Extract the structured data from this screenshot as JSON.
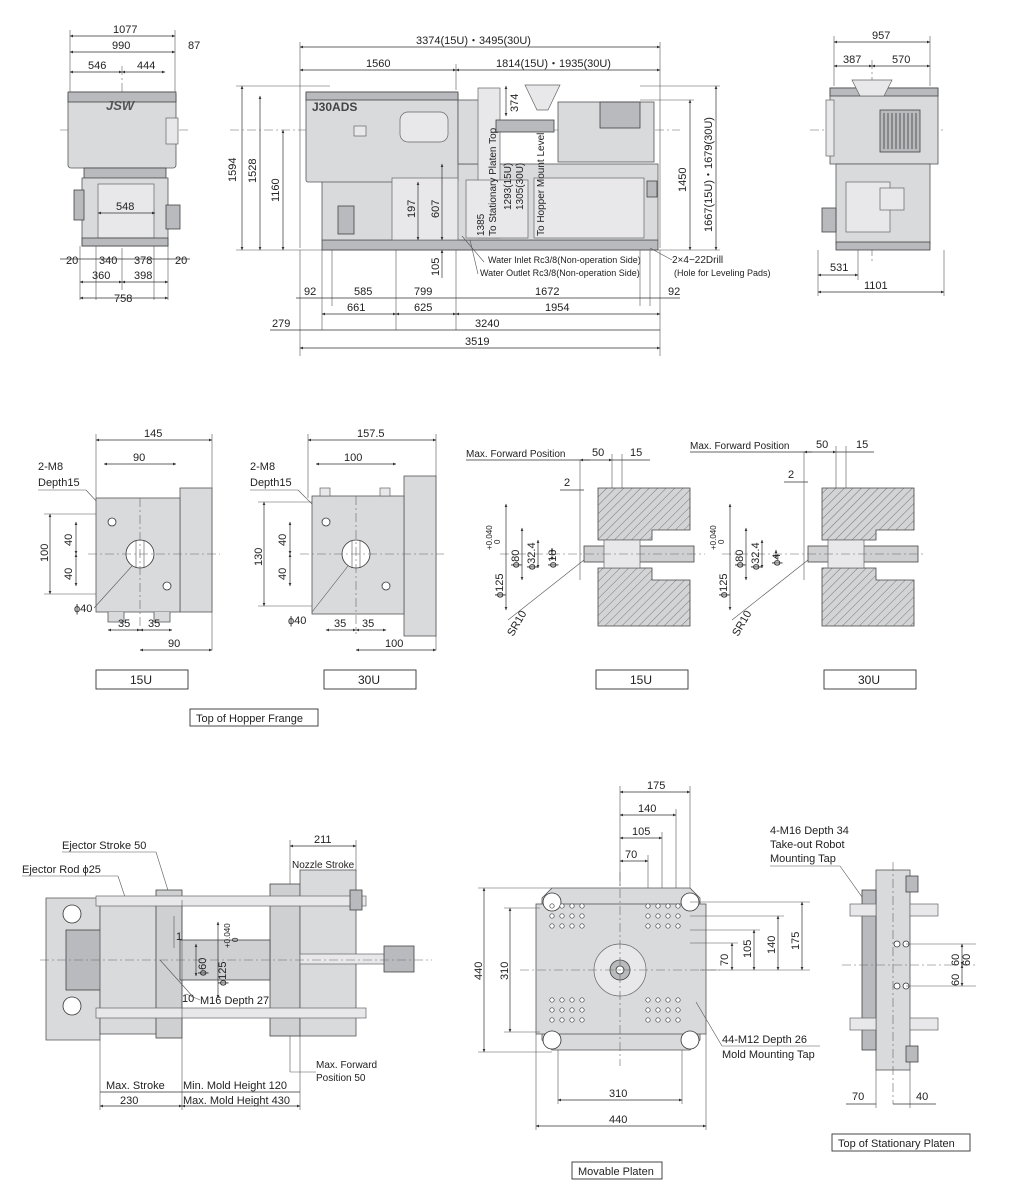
{
  "front_view": {
    "top_overall": "3374(15U)・3495(30U)",
    "top_left": "1560",
    "top_right": "1814(15U)・1935(30U)",
    "logo": "JSW",
    "model_badge": "J30ADS",
    "heights": [
      "1594",
      "1528",
      "1160"
    ],
    "right_heights": [
      "1450",
      "1667(15U)・1679(30U)"
    ],
    "h374": "374",
    "h197": "197",
    "h607": "607",
    "h105": "105",
    "vertical_notes": [
      "To Stationary Platen Top",
      "1293(15U)",
      "1305(30U)",
      "To Hopper Mount Level",
      "1385"
    ],
    "water_inlet": "Water Inlet Rc3/8(Non-operation Side)",
    "water_outlet": "Water Outlet Rc3/8(Non-operation Side)",
    "drill_note": "2×4−22Drill",
    "drill_sub": "(Hole for Leveling Pads)",
    "bottom_row1": [
      "92",
      "585",
      "799",
      "1672",
      "92"
    ],
    "bottom_row2": [
      "661",
      "625",
      "1954"
    ],
    "row3_left": "279",
    "row3_right": "3240",
    "overall_length": "3519"
  },
  "left_end_view": {
    "top": "1077",
    "second": "990",
    "right_extra": "87",
    "split": [
      "546",
      "444"
    ],
    "inner": "548",
    "row1": [
      "20",
      "340",
      "378",
      "20"
    ],
    "row2": [
      "360",
      "398"
    ],
    "row3": "758",
    "logo": "JSW"
  },
  "right_end_view": {
    "top": "957",
    "split": [
      "387",
      "570"
    ],
    "bottom_inner": "531",
    "bottom": "1101"
  },
  "hopper_15u": {
    "w_outer": "145",
    "w_inner": "90",
    "tap": "2-M8",
    "depth": "Depth15",
    "h_total": "100",
    "h_split": [
      "40",
      "40"
    ],
    "phi": "ϕ40",
    "bottom_split": [
      "35",
      "35"
    ],
    "bottom": "90",
    "caption": "15U"
  },
  "hopper_30u": {
    "w_outer": "157.5",
    "w_inner": "100",
    "tap": "2-M8",
    "depth": "Depth15",
    "h_total": "130",
    "h_split": [
      "40",
      "40"
    ],
    "phi": "ϕ40",
    "bottom_split": [
      "35",
      "35"
    ],
    "bottom": "100",
    "caption": "30U"
  },
  "hopper_title": "Top of Hopper Frange",
  "nozzle_15u": {
    "max_forward": "Max. Forward Position",
    "d50": "50",
    "d15": "15",
    "d2": "2",
    "phi125": "ϕ125",
    "tol_upper": "+0.040",
    "tol_lower": "0",
    "phi80": "ϕ80",
    "phi32": "ϕ32.4",
    "phi_small": "ϕ18",
    "sr": "SR10",
    "caption": "15U"
  },
  "nozzle_30u": {
    "max_forward": "Max. Forward Position",
    "d50": "50",
    "d15": "15",
    "d2": "2",
    "phi125": "ϕ125",
    "tol_upper": "+0.040",
    "tol_lower": "0",
    "phi80": "ϕ80",
    "phi32": "ϕ32.4",
    "phi_small": "ϕ4",
    "sr": "SR10",
    "caption": "30U"
  },
  "clamp_section": {
    "ejector_stroke": "Ejector Stroke 50",
    "ejector_rod": "Ejector Rod ϕ25",
    "d211": "211",
    "nozzle_stroke": "Nozzle Stroke",
    "d1": "1",
    "phi60": "ϕ60",
    "phi125": "ϕ125",
    "tol_upper": "+0.040",
    "tol_lower": "0",
    "d10": "10",
    "m16": "M16 Depth 27",
    "max_forward": "Max. Forward",
    "position50": "Position 50",
    "max_stroke": "Max. Stroke",
    "v230": "230",
    "min_mold": "Min. Mold Height 120",
    "max_mold": "Max. Mold Height 430"
  },
  "movable_platen": {
    "top_dims": [
      "175",
      "140",
      "105",
      "70"
    ],
    "right_dims": [
      "70",
      "105",
      "140",
      "175"
    ],
    "left_outer": "440",
    "left_inner": "310",
    "bottom_inner": "310",
    "bottom_outer": "440",
    "tap_note": "44-M12 Depth 26",
    "tap_note2": "Mold Mounting Tap",
    "title": "Movable Platen"
  },
  "stationary_platen": {
    "robot_note": [
      "4-M16 Depth 34",
      "Take-out Robot",
      "Mounting Tap"
    ],
    "right_dims": [
      "60",
      "60",
      "60"
    ],
    "bottom": [
      "70",
      "40"
    ],
    "title": "Top of Stationary Platen"
  }
}
